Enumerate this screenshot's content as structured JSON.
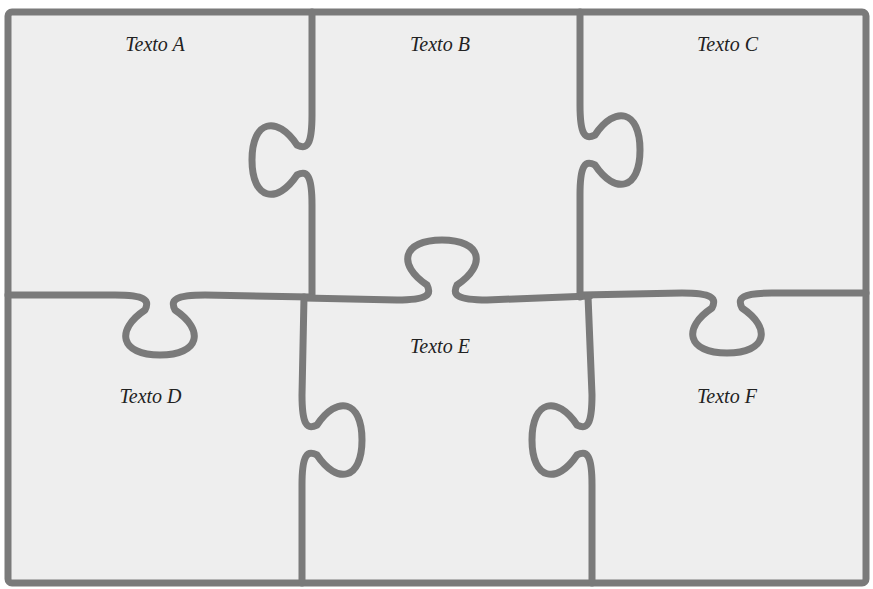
{
  "diagram": {
    "nodes": [
      {
        "text": [
          "Texto A"
        ]
      },
      {
        "text": [
          "Texto B"
        ]
      },
      {
        "text": [
          "Texto C"
        ]
      },
      {
        "text": [
          "Texto D"
        ]
      },
      {
        "text": [
          "Texto E"
        ]
      },
      {
        "text": [
          "Texto F"
        ]
      }
    ]
  }
}
